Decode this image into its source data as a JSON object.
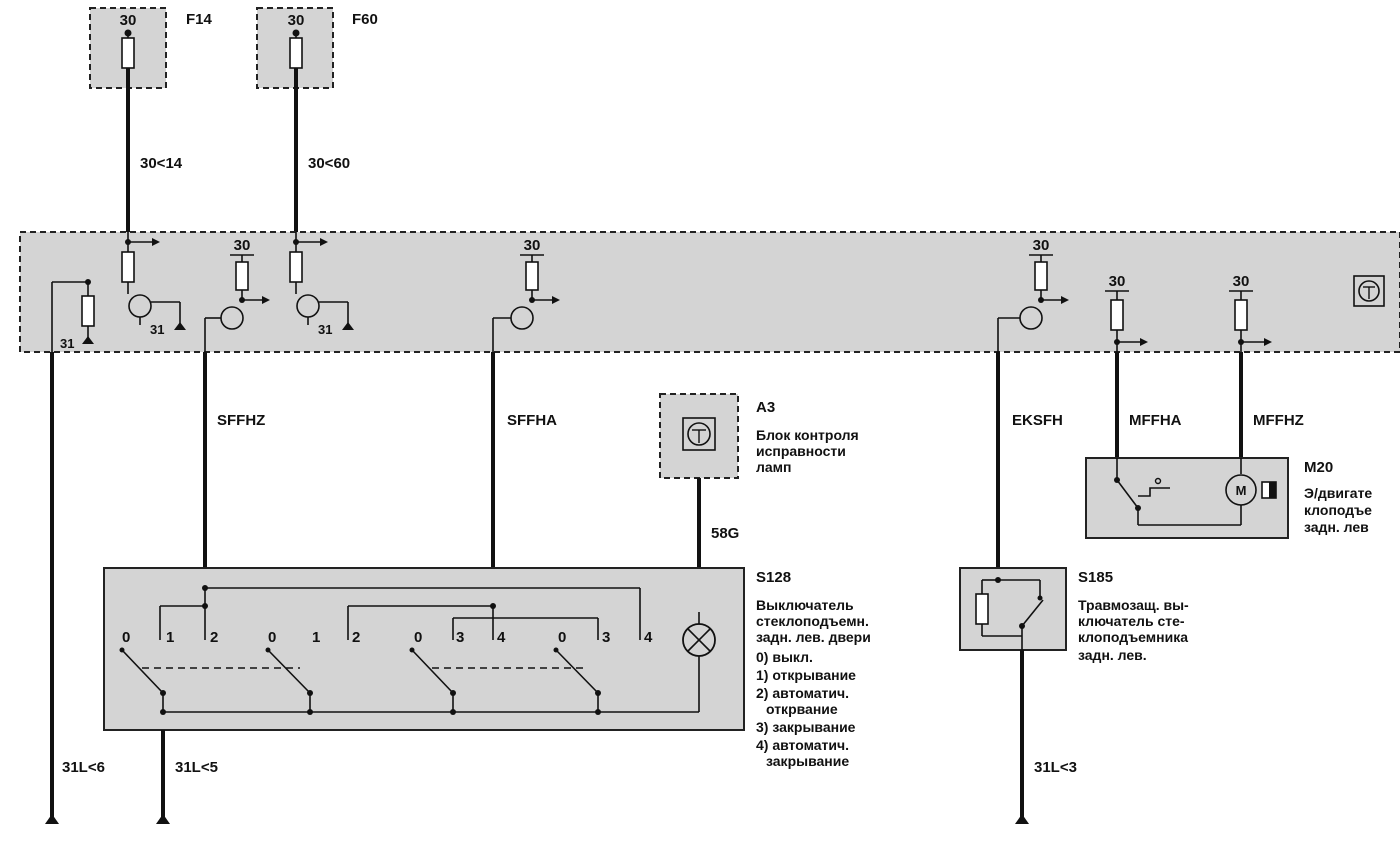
{
  "fuses": [
    {
      "id": "F14",
      "terminal": "30",
      "wire": "30<14"
    },
    {
      "id": "F60",
      "terminal": "30",
      "wire": "30<60"
    }
  ],
  "module": {
    "terminals_30": [
      "30",
      "30",
      "30",
      "30",
      "30"
    ],
    "ground_31": [
      "31",
      "31",
      "31"
    ]
  },
  "wires": {
    "sffhz": "SFFHZ",
    "sffha": "SFFHA",
    "eksfh": "EKSFH",
    "mffha": "MFFHA",
    "mffhz": "MFFHZ",
    "w58g": "58G",
    "w31l6": "31L<6",
    "w31l5": "31L<5",
    "w31l3": "31L<3"
  },
  "a3": {
    "id": "A3",
    "desc": [
      "Блок контроля",
      "исправности",
      "ламп"
    ]
  },
  "m20": {
    "id": "M20",
    "desc": [
      "Э/двигате",
      "клоподъе",
      "задн. лев"
    ]
  },
  "s128": {
    "id": "S128",
    "positions": [
      "0",
      "1",
      "2",
      "0",
      "1",
      "2",
      "0",
      "3",
      "4",
      "0",
      "3",
      "4"
    ],
    "desc": [
      "Выключатель",
      "стеклоподъемн.",
      "задн. лев. двери",
      "0) выкл.",
      "1) открывание",
      "2) автоматич.",
      "открвание",
      "3) закрывание",
      "4) автоматич.",
      "закрывание"
    ]
  },
  "s185": {
    "id": "S185",
    "desc": [
      "Травмозащ. вы-",
      "ключатель сте-",
      "клоподъемника",
      "задн. лев."
    ]
  }
}
